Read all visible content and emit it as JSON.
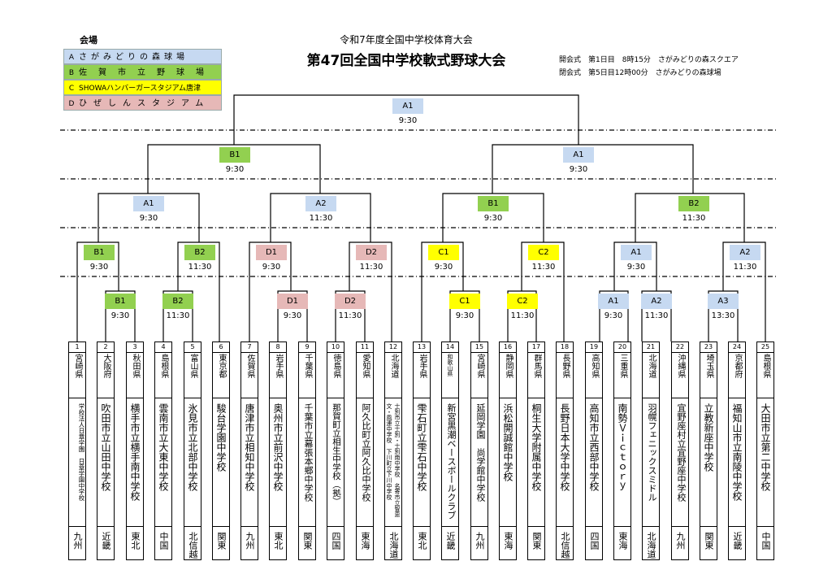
{
  "header": {
    "subtitle": "令和7年度全国中学校体育大会",
    "title": "第47回全国中学校軟式野球大会",
    "ceremony": [
      {
        "label": "開会式",
        "detail": "第1日目　8時15分　さがみどりの森スクエア"
      },
      {
        "label": "閉会式",
        "detail": "第5日目12時00分　さがみどりの森球場"
      }
    ]
  },
  "legend": {
    "title": "会場",
    "items": [
      {
        "key": "A",
        "name": "さがみどりの森球場",
        "color": "#c6d9f1"
      },
      {
        "key": "B",
        "name": "佐賀市立野球場",
        "color": "#92d050"
      },
      {
        "key": "C",
        "name": "SHOWAハンバーガースタジアム唐津",
        "color": "#ffff00"
      },
      {
        "key": "D",
        "name": "ひぜしんスタジアム",
        "color": "#e6b8b7"
      }
    ]
  },
  "matches": {
    "final": {
      "venue": "A1",
      "time": "9:30"
    },
    "semi_left": {
      "venue": "B1",
      "time": "9:30"
    },
    "semi_right": {
      "venue": "A1",
      "time": "9:30"
    },
    "qf1": {
      "venue": "A1",
      "time": "9:30"
    },
    "qf2": {
      "venue": "A2",
      "time": "11:30"
    },
    "qf3": {
      "venue": "B1",
      "time": "9:30"
    },
    "qf4": {
      "venue": "B2",
      "time": "11:30"
    },
    "r2_1": {
      "venue": "B1",
      "time": "9:30"
    },
    "r2_2": {
      "venue": "B2",
      "time": "11:30"
    },
    "r2_3": {
      "venue": "D1",
      "time": "9:30"
    },
    "r2_4": {
      "venue": "D2",
      "time": "11:30"
    },
    "r2_5": {
      "venue": "C1",
      "time": "9:30"
    },
    "r2_6": {
      "venue": "C2",
      "time": "11:30"
    },
    "r2_7": {
      "venue": "A1",
      "time": "9:30"
    },
    "r2_8": {
      "venue": "A2",
      "time": "11:30"
    },
    "r1_1": {
      "venue": "B1",
      "time": "9:30"
    },
    "r1_2": {
      "venue": "B2",
      "time": "11:30"
    },
    "r1_3": {
      "venue": "D1",
      "time": "9:30"
    },
    "r1_4": {
      "venue": "D2",
      "time": "11:30"
    },
    "r1_5": {
      "venue": "C1",
      "time": "9:30"
    },
    "r1_6": {
      "venue": "C2",
      "time": "11:30"
    },
    "r1_7": {
      "venue": "A1",
      "time": "9:30"
    },
    "r1_8": {
      "venue": "A2",
      "time": "11:30"
    },
    "r1_9": {
      "venue": "A3",
      "time": "13:30"
    }
  },
  "teams": [
    {
      "num": "1",
      "pref": "宮崎県",
      "school": "学校法人日章学園　日章学園中学校",
      "region": "九州"
    },
    {
      "num": "2",
      "pref": "大阪府",
      "school": "吹田市立山田中学校",
      "region": "近畿"
    },
    {
      "num": "3",
      "pref": "秋田県",
      "school": "横手市立横手南中学校",
      "region": "東北"
    },
    {
      "num": "4",
      "pref": "島根県",
      "school": "雲南市立大東中学校",
      "region": "中国"
    },
    {
      "num": "5",
      "pref": "富山県",
      "school": "氷見市立北部中学校",
      "region": "北信越"
    },
    {
      "num": "6",
      "pref": "東京都",
      "school": "駿台学園中学校",
      "region": "関東"
    },
    {
      "num": "7",
      "pref": "佐賀県",
      "school": "唐津市立相知中学校",
      "region": "九州"
    },
    {
      "num": "8",
      "pref": "岩手県",
      "school": "奥州市立前沢中学校",
      "region": "東北"
    },
    {
      "num": "9",
      "pref": "千葉県",
      "school": "千葉市立幕張本郷中学校",
      "region": "関東"
    },
    {
      "num": "10",
      "pref": "徳島県",
      "school": "那賀町立相生中学校（拠）",
      "region": "四国"
    },
    {
      "num": "11",
      "pref": "愛知県",
      "school": "阿久比町立阿久比中学校",
      "region": "東海"
    },
    {
      "num": "12",
      "pref": "北海道",
      "school": "士別市立士別・士別南中学校　名寄市立智恵文・風連中学校　下川町立下川中学校",
      "region": "北海道"
    },
    {
      "num": "13",
      "pref": "岩手県",
      "school": "雫石町立雫石中学校",
      "region": "東北"
    },
    {
      "num": "14",
      "pref": "和歌山県",
      "school": "新宮黒潮ベースボールクラブ",
      "region": "近畿"
    },
    {
      "num": "15",
      "pref": "宮崎県",
      "school": "延岡学園　尚学館中学校",
      "region": "九州"
    },
    {
      "num": "16",
      "pref": "静岡県",
      "school": "浜松開誠館中学校",
      "region": "東海"
    },
    {
      "num": "17",
      "pref": "群馬県",
      "school": "桐生大学附属中学校",
      "region": "関東"
    },
    {
      "num": "18",
      "pref": "長野県",
      "school": "長野日本大学中学校",
      "region": "北信越"
    },
    {
      "num": "19",
      "pref": "高知県",
      "school": "高知市立西部中学校",
      "region": "四国"
    },
    {
      "num": "20",
      "pref": "三重県",
      "school": "南勢Ｖｉｃｔｏｒｙ",
      "region": "東海"
    },
    {
      "num": "21",
      "pref": "北海道",
      "school": "羽幌フェニックスミドル",
      "region": "北海道"
    },
    {
      "num": "22",
      "pref": "沖縄県",
      "school": "宜野座村立宜野座中学校",
      "region": "九州"
    },
    {
      "num": "23",
      "pref": "埼玉県",
      "school": "立教新座中学校",
      "region": "関東"
    },
    {
      "num": "24",
      "pref": "京都府",
      "school": "福知山市立南陵中学校",
      "region": "近畿"
    },
    {
      "num": "25",
      "pref": "島根県",
      "school": "大田市立第二中学校",
      "region": "中国"
    }
  ]
}
